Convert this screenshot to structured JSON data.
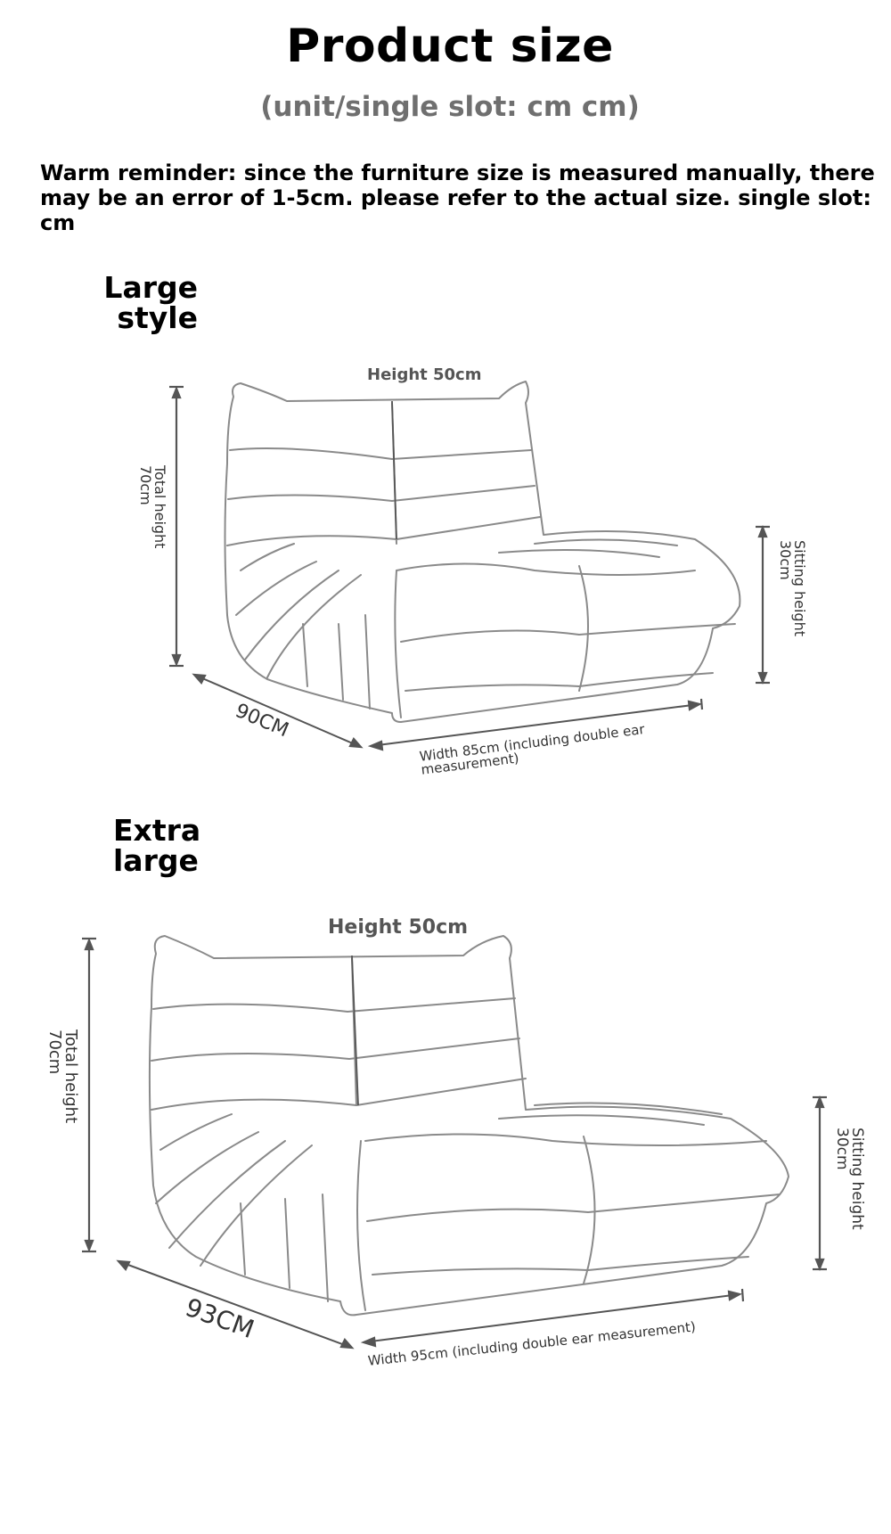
{
  "header": {
    "title": "Product size",
    "subtitle": "(unit/single slot: cm cm)",
    "reminder_line1": "Warm reminder: since the furniture size is measured manually, there",
    "reminder_line2": "may be an error of 1-5cm. please refer to the actual size. single slot: cm"
  },
  "sections": [
    {
      "label_line1": "Large",
      "label_line2": "style",
      "backrest_height": "Height 50cm",
      "total_height_line1": "Total height",
      "total_height_line2": "70cm",
      "sitting_height_line1": "Sitting height",
      "sitting_height_line2": "30cm",
      "depth": "90CM",
      "width_line1": "Width 85cm (including double ear",
      "width_line2": "measurement)"
    },
    {
      "label_line1": "Extra",
      "label_line2": "large",
      "backrest_height": "Height 50cm",
      "total_height_line1": "Total height",
      "total_height_line2": "70cm",
      "sitting_height_line1": "Sitting height",
      "sitting_height_line2": "30cm",
      "depth": "93CM",
      "width_line1": "Width 95cm (including double ear measurement)"
    }
  ],
  "colors": {
    "text": "#000000",
    "subtitle": "#6f6f6f",
    "dimension_label": "#555555",
    "sketch_line": "#777777",
    "dimension_line": "#555555"
  }
}
